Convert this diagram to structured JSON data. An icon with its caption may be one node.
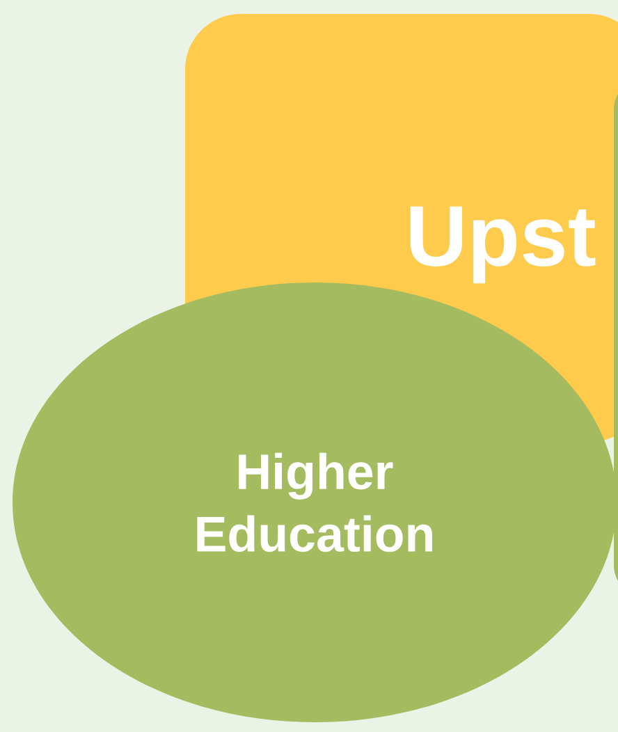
{
  "diagram": {
    "nodes": [
      {
        "text": [
          "Upst"
        ]
      },
      {
        "text": [],
        "shape": "box"
      },
      {
        "text": [
          "Higher Education"
        ]
      }
    ]
  }
}
